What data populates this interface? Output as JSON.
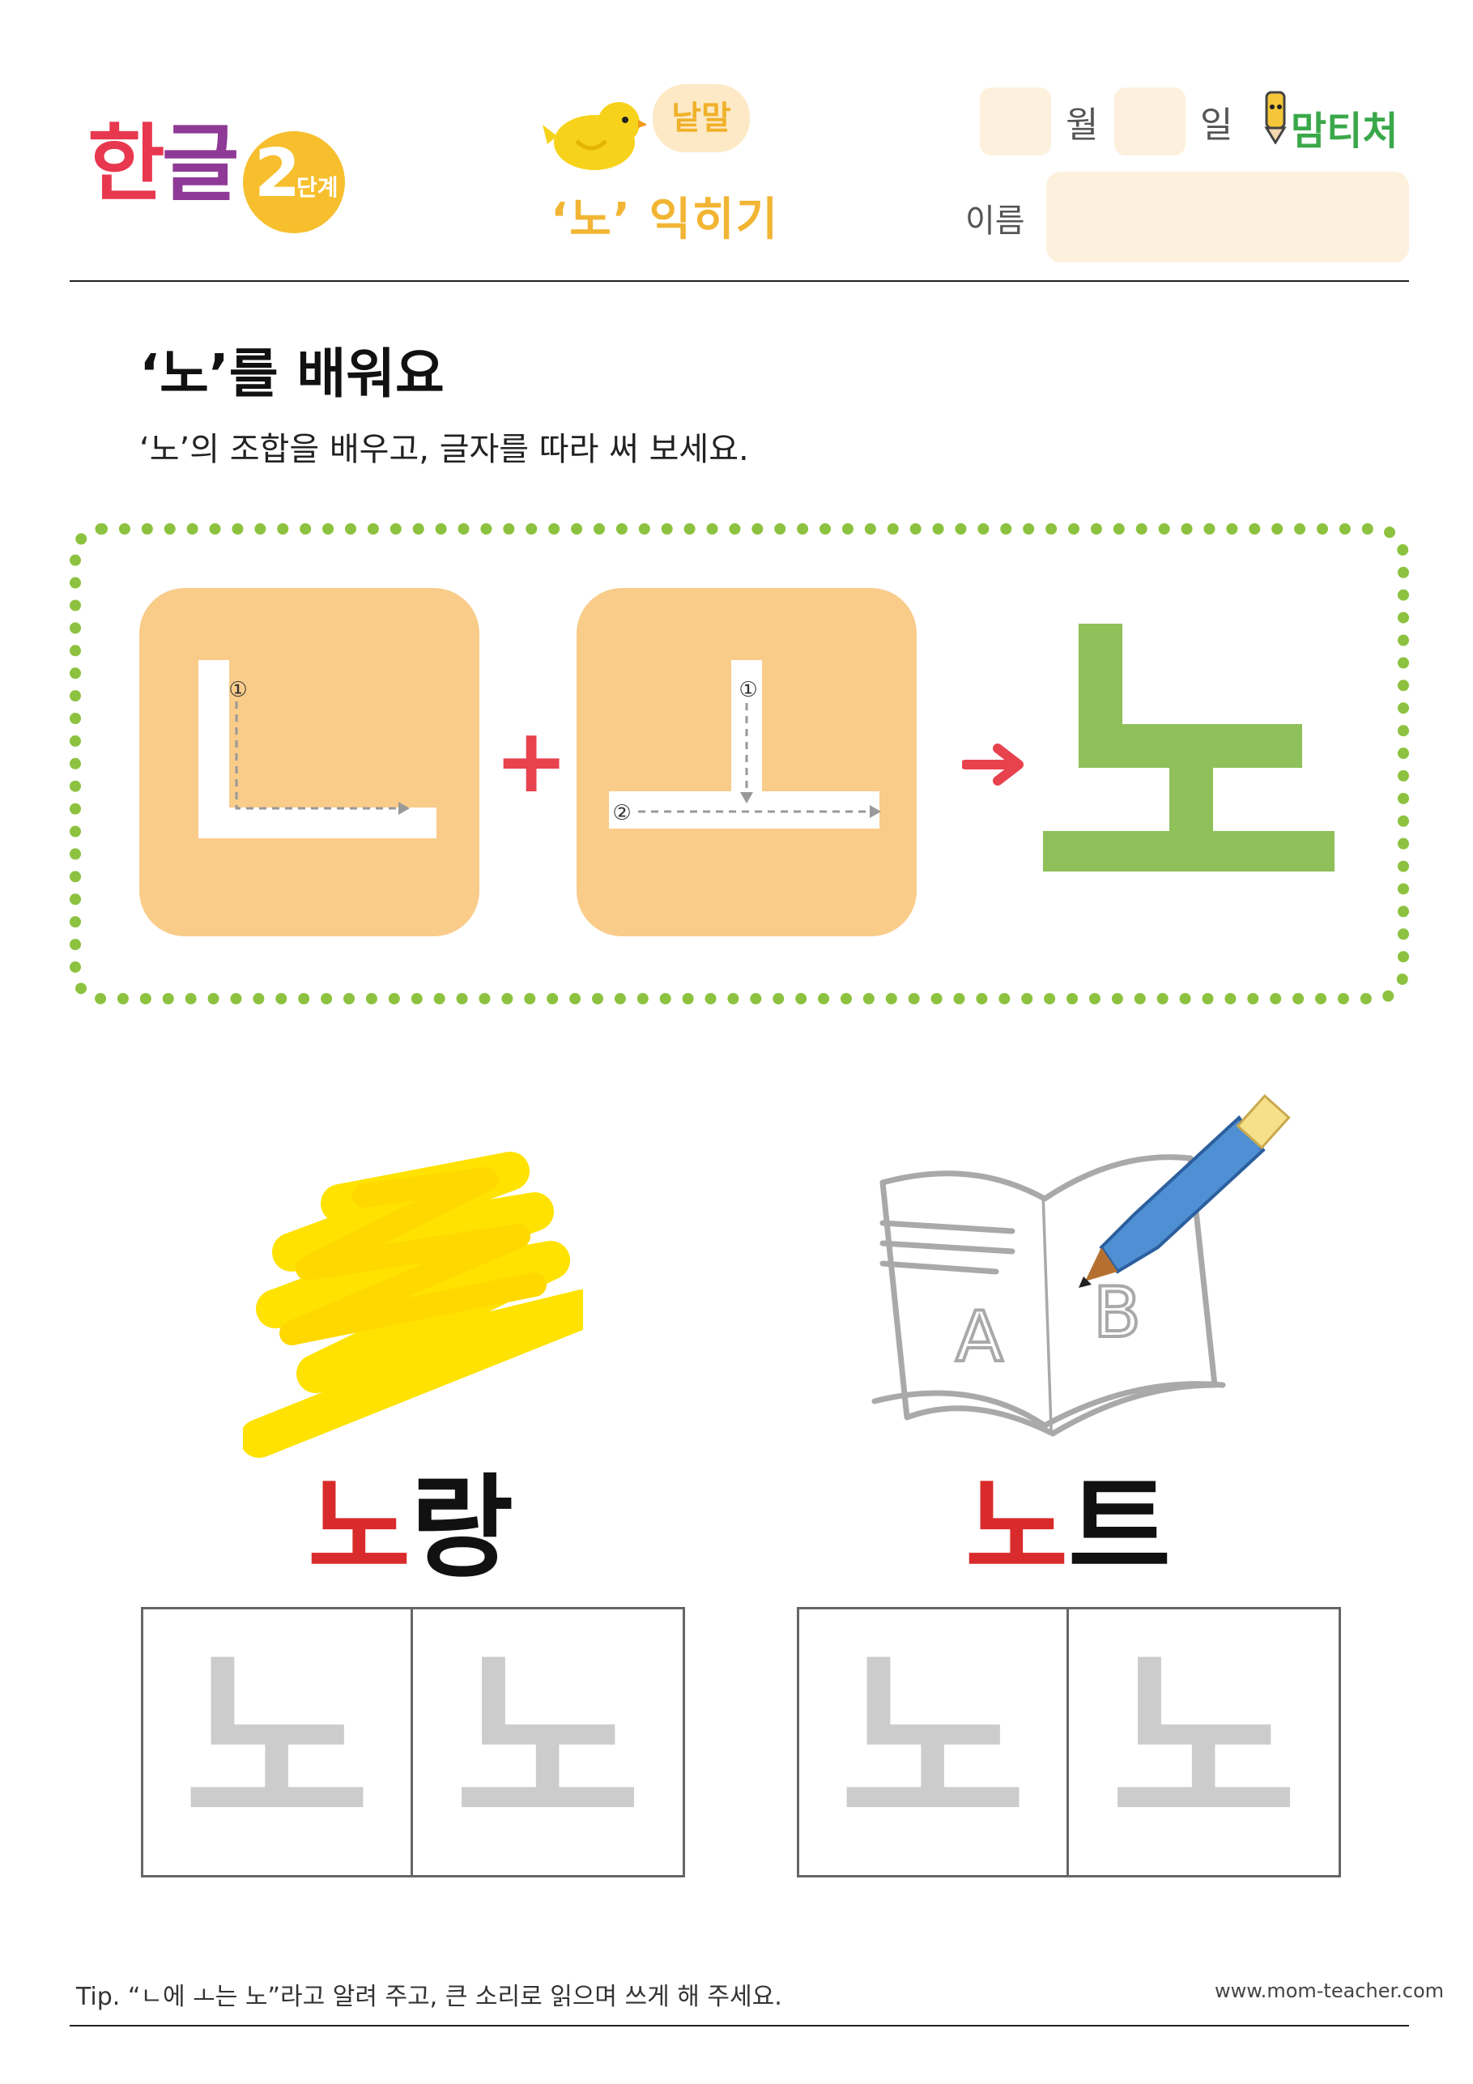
{
  "header": {
    "logo_part1": "한",
    "logo_part2": "글",
    "stage_number": "2",
    "stage_suffix": "단계",
    "vocab_pill": "낱말",
    "topic_title": "‘노’ 익히기",
    "month_label": "월",
    "day_label": "일",
    "name_label": "이름",
    "brand": "맘티처"
  },
  "lesson": {
    "title": "‘노’를 배워요",
    "description": "‘노’의 조합을 배우고, 글자를 따라 써 보세요."
  },
  "combination": {
    "consonant": "ㄴ",
    "vowel": "ㅗ",
    "plus_sign": "+",
    "result": "노",
    "stroke_marks": [
      "①",
      "①",
      "②"
    ]
  },
  "words": [
    {
      "highlight": "노",
      "rest": "랑",
      "picture": "yellow-crayon-scribble",
      "trace": [
        "노",
        "노"
      ]
    },
    {
      "highlight": "노",
      "rest": "트",
      "picture": "notebook-with-pencil",
      "trace": [
        "노",
        "노"
      ],
      "notebook_letters": [
        "A",
        "B"
      ]
    }
  ],
  "footer": {
    "tip": "Tip. “ㄴ에 ㅗ는 노”라고 알려 주고, 큰 소리로 읽으며 쓰게 해 주세요.",
    "url": "www.mom-teacher.com"
  },
  "colors": {
    "accent_red": "#e8424f",
    "tile_orange": "#f9cc8a",
    "result_green": "#8fc05a",
    "frame_green": "#8cc23f",
    "title_gold": "#f2b533",
    "trace_gray": "#cccccc"
  }
}
